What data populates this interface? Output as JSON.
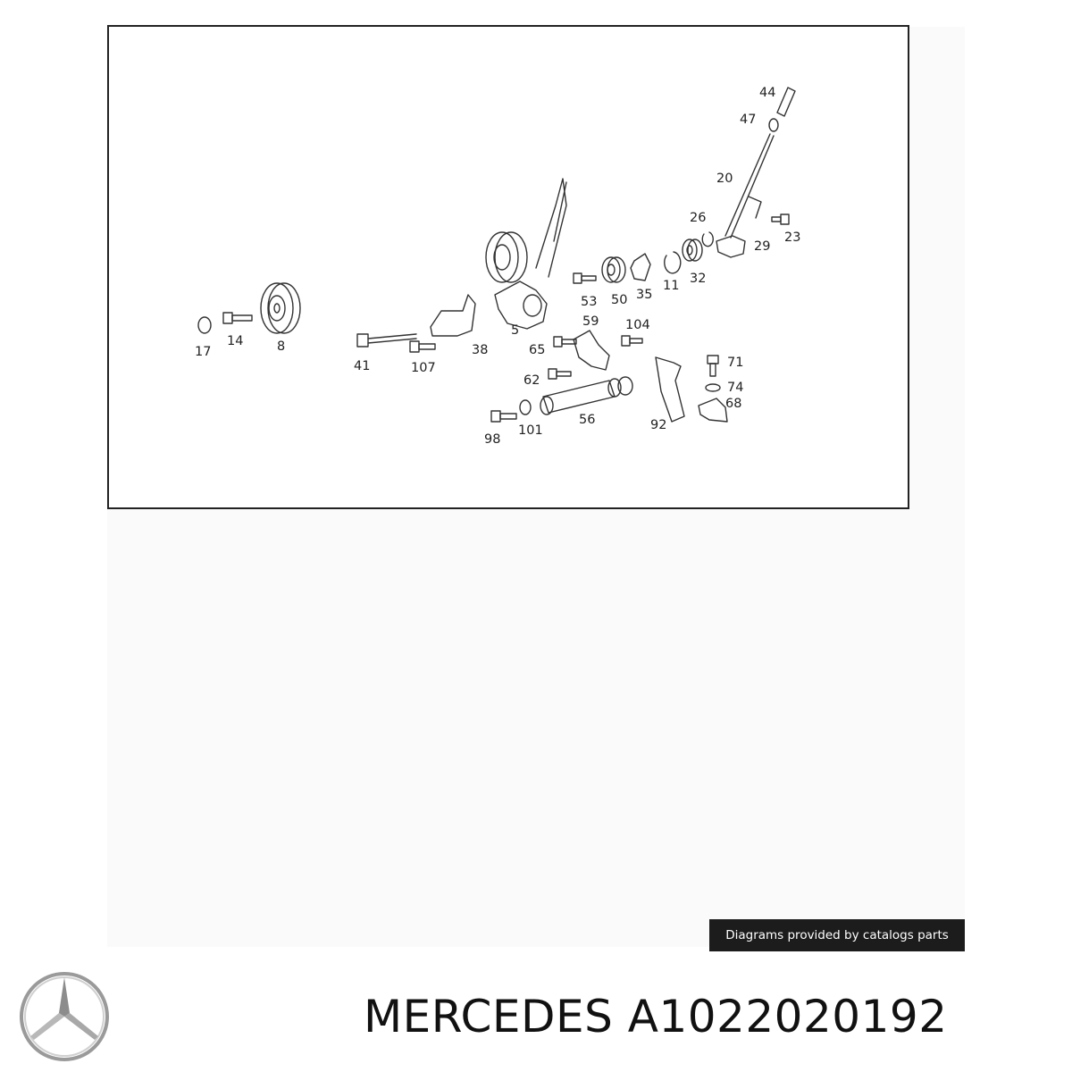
{
  "diagram": {
    "callouts": [
      "44",
      "47",
      "20",
      "26",
      "23",
      "29",
      "32",
      "11",
      "35",
      "50",
      "53",
      "59",
      "5",
      "104",
      "65",
      "62",
      "56",
      "92",
      "101",
      "98",
      "71",
      "74",
      "68",
      "38",
      "41",
      "107",
      "17",
      "14",
      "8"
    ]
  },
  "footer": {
    "credit": "Diagrams provided by catalogs parts",
    "brand": "MERCEDES",
    "part_number": "A1022020192",
    "logo": "mercedes-star-logo"
  }
}
